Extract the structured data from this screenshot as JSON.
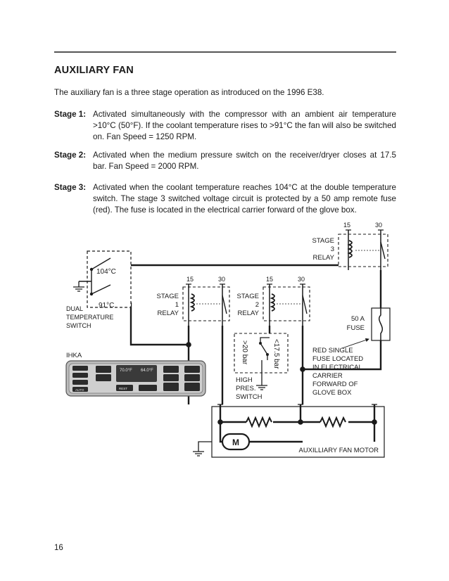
{
  "heading": "AUXILIARY FAN",
  "intro": "The auxiliary fan is a three stage operation as introduced on the 1996 E38.",
  "stages": [
    {
      "label": "Stage 1:",
      "text": "Activated simultaneously with the compressor with an ambient air temperature >10°C (50°F).  If the coolant temperature rises to >91°C the fan will also be switched on.  Fan Speed = 1250 RPM."
    },
    {
      "label": "Stage 2:",
      "text": "Activated when the medium pressure switch on the receiver/dryer closes at 17.5 bar. Fan Speed = 2000 RPM."
    },
    {
      "label": "Stage 3:",
      "text": "Activated when the coolant temperature reaches 104°C at the double temperature switch.  The stage 3 switched voltage circuit is protected by a 50 amp remote fuse (red).  The fuse is located in the electrical carrier forward of the glove box."
    }
  ],
  "diagram": {
    "dual_switch": {
      "temp_high": "104°C",
      "temp_low": "91°C",
      "label": [
        "DUAL",
        "TEMPERATURE",
        "SWITCH"
      ]
    },
    "relay1": {
      "label": [
        "STAGE",
        "1",
        "RELAY"
      ],
      "terminal_a": "15",
      "terminal_b": "30"
    },
    "relay2": {
      "label": [
        "STAGE",
        "2",
        "RELAY"
      ],
      "terminal_a": "15",
      "terminal_b": "30"
    },
    "relay3": {
      "label": [
        "STAGE",
        "3",
        "RELAY"
      ],
      "terminal_a": "15",
      "terminal_b": "30"
    },
    "fuse": {
      "label": [
        "50 A",
        "FUSE"
      ]
    },
    "fuse_note": [
      "RED SINGLE",
      "FUSE LOCATED",
      "IN ELECTRICAL",
      "CARRIER",
      "FORWARD OF",
      "GLOVE BOX"
    ],
    "pressure_switch": {
      "low": ">20 bar",
      "high": "<17.5 bar",
      "label": [
        "HIGH",
        "PRES.",
        "SWITCH"
      ]
    },
    "ihka": {
      "label": "IHKA",
      "left_temp": "70.0°F",
      "right_temp": "64.0°F",
      "button_auto": "AUTO",
      "button_rest": "REST"
    },
    "motor": {
      "symbol": "M",
      "label": "AUXILLIARY FAN MOTOR"
    }
  },
  "page_number": "16"
}
